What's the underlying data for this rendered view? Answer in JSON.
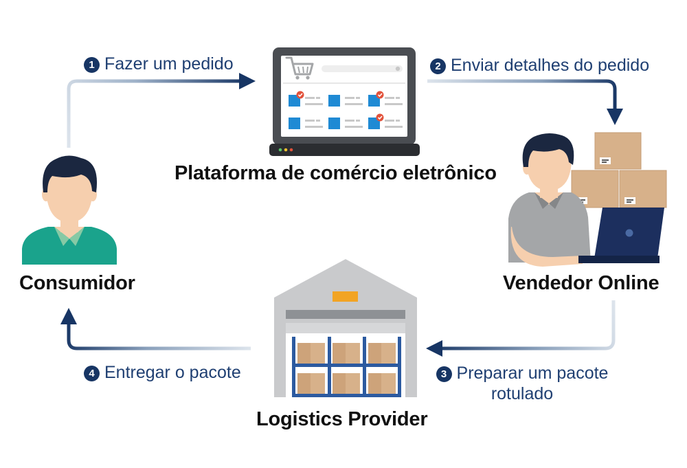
{
  "nodes": {
    "platform": "Plataforma de comércio eletrônico",
    "consumer": "Consumidor",
    "seller": "Vendedor Online",
    "logistics": "Logistics Provider"
  },
  "steps": [
    {
      "number": "1",
      "label": "Fazer um pedido"
    },
    {
      "number": "2",
      "label": "Enviar detalhes do pedido"
    },
    {
      "number": "3",
      "label_line1": "Preparar um pacote",
      "label_line2": "rotulado"
    },
    {
      "number": "4",
      "label": "Entregar o pacote"
    }
  ],
  "colors": {
    "arrow_dark": "#173564",
    "arrow_light": "#c8d3df",
    "laptop_frame": "#4a4d52",
    "product_blue": "#1f8ad4",
    "box_tan": "#d7b18a",
    "warehouse_gray": "#c9cacc",
    "shelf_blue": "#2c5aa0",
    "consumer_shirt": "#1aa38c",
    "seller_shirt": "#a4a6a8",
    "hair": "#1b2740",
    "skin": "#f6cfae",
    "accent_orange": "#f2a424",
    "check_red": "#e2523b"
  },
  "icons": [
    "shopping-cart-icon",
    "laptop-icon",
    "person-icon",
    "warehouse-icon",
    "box-icon"
  ]
}
